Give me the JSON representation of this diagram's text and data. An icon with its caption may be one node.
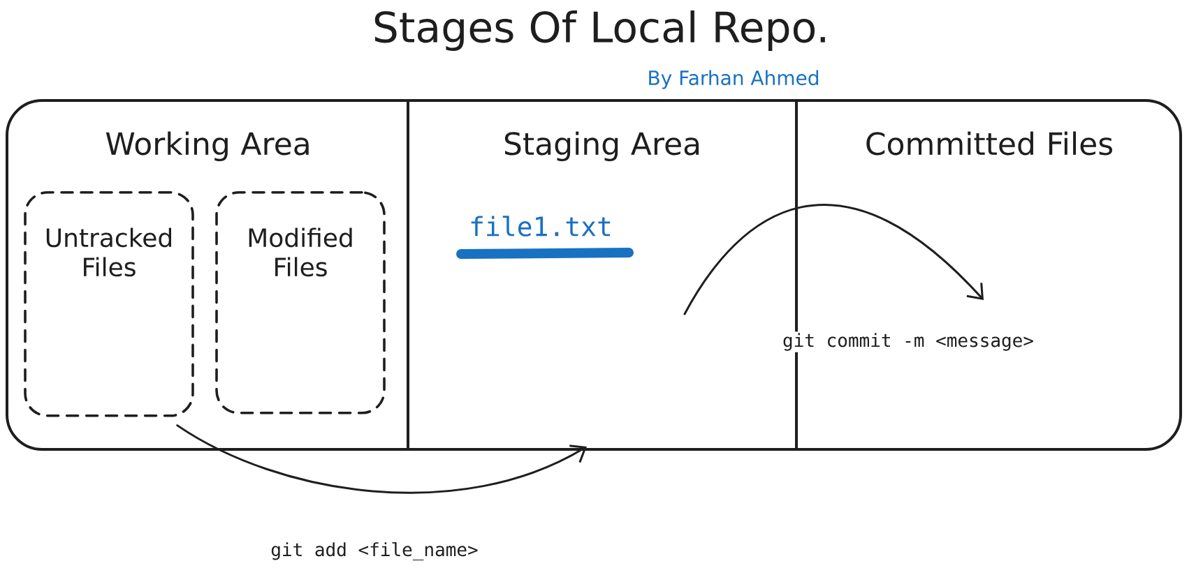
{
  "diagram": {
    "title": "Stages Of Local Repo.",
    "nodes": [
      {
        "text": [
          "Working Area"
        ]
      },
      {
        "text": [
          "Untracked Files"
        ],
        "in": 0
      },
      {
        "text": [
          "Modified Files"
        ],
        "in": 0
      },
      {
        "text": [
          "Staging Area"
        ]
      },
      {
        "text": [
          "file1.txt"
        ],
        "in": 3
      },
      {
        "text": [
          "Committed Files"
        ]
      }
    ],
    "edges": [
      {
        "from": 1,
        "to": 3,
        "arrow": "to",
        "label": "git add <file_name>"
      },
      {
        "from": null,
        "to": 5,
        "arrow": "to",
        "label": "git commit -m <message>"
      }
    ],
    "labels": [
      "By Farhan Ahmed"
    ]
  }
}
